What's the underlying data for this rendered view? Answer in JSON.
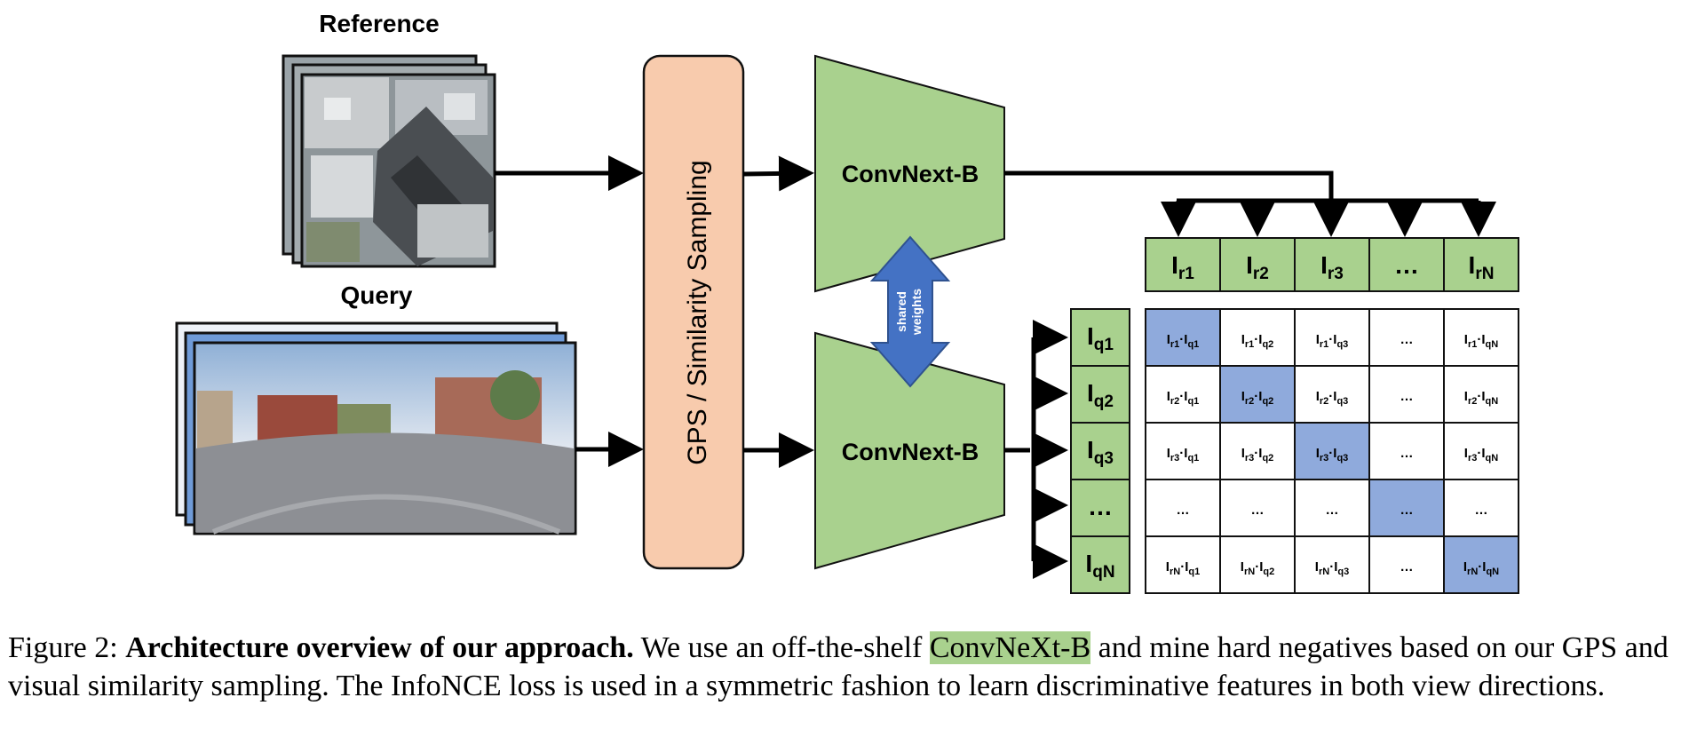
{
  "labels": {
    "reference": "Reference",
    "query": "Query",
    "sampling": "GPS / Similarity Sampling",
    "encoder_top": "ConvNext-B",
    "encoder_bottom": "ConvNext-B",
    "shared_line1": "shared",
    "shared_line2": "weights"
  },
  "colors": {
    "sampling_fill": "#f8cbad",
    "encoder_fill": "#a9d18e",
    "shared_arrow": "#4472c4",
    "diagonal_cell": "#8faadc",
    "header_cell": "#a9d18e",
    "sky": "#c9d6e6",
    "road": "#8d8f94"
  },
  "ref_headers": [
    {
      "main": "I",
      "sub": "r1"
    },
    {
      "main": "I",
      "sub": "r2"
    },
    {
      "main": "I",
      "sub": "r3"
    },
    {
      "main": "…",
      "sub": ""
    },
    {
      "main": "I",
      "sub": "rN"
    }
  ],
  "query_headers": [
    {
      "main": "I",
      "sub": "q1"
    },
    {
      "main": "I",
      "sub": "q2"
    },
    {
      "main": "I",
      "sub": "q3"
    },
    {
      "main": "…",
      "sub": ""
    },
    {
      "main": "I",
      "sub": "qN"
    }
  ],
  "matrix": [
    [
      "I_r1·I_q1",
      "I_r1·I_q2",
      "I_r1·I_q3",
      "…",
      "I_r1·I_qN"
    ],
    [
      "I_r2·I_q1",
      "I_r2·I_q2",
      "I_r2·I_q3",
      "…",
      "I_r2·I_qN"
    ],
    [
      "I_r3·I_q1",
      "I_r3·I_q2",
      "I_r3·I_q3",
      "…",
      "I_r3·I_qN"
    ],
    [
      "…",
      "…",
      "…",
      "…",
      "…"
    ],
    [
      "I_rN·I_q1",
      "I_rN·I_q2",
      "I_rN·I_q3",
      "…",
      "I_rN·I_qN"
    ]
  ],
  "caption": {
    "prefix": "Figure 2: ",
    "bold": "Architecture overview of our approach.",
    "part1": " We use an off-the-shelf ",
    "highlight": "ConvNeXt-B",
    "part2": " and mine hard negatives based on our GPS and visual similarity sampling. The InfoNCE loss is used in a symmetric fashion to learn discriminative features in both view directions."
  }
}
